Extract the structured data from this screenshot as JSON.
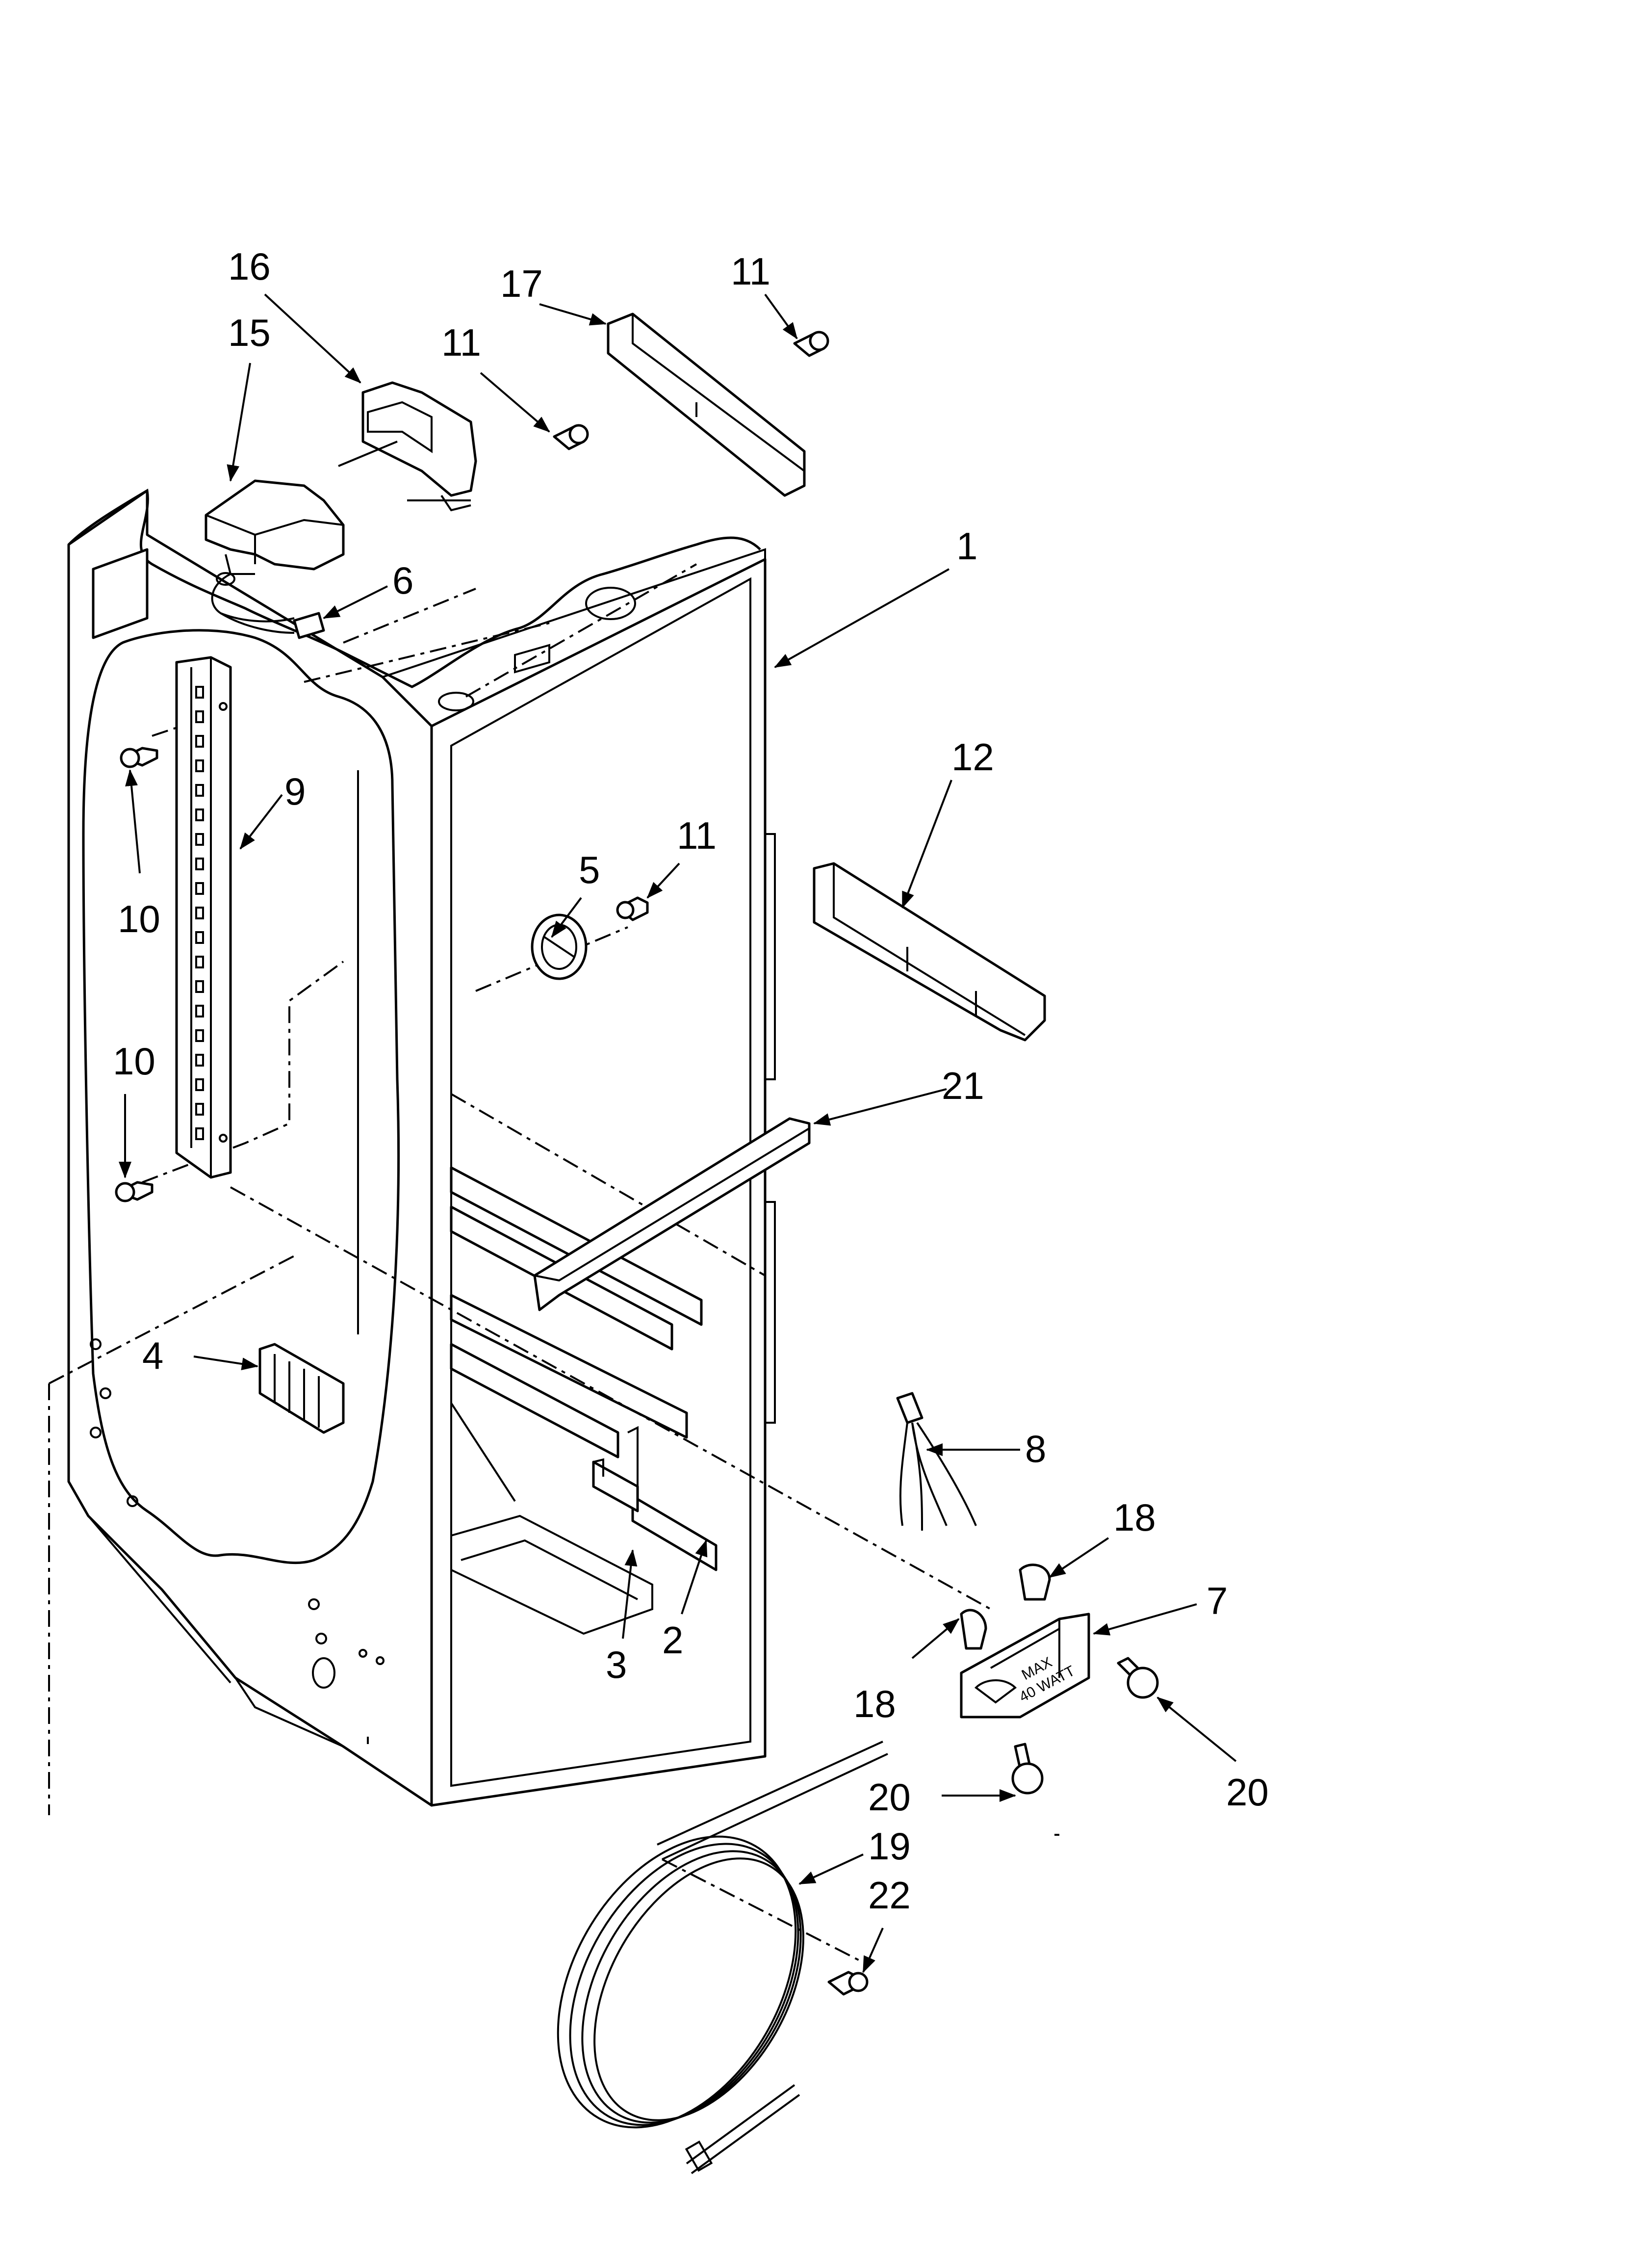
{
  "diagram": {
    "callouts": [
      {
        "id": "c16",
        "text": "16"
      },
      {
        "id": "c15",
        "text": "15"
      },
      {
        "id": "c11a",
        "text": "11"
      },
      {
        "id": "c17",
        "text": "17"
      },
      {
        "id": "c11b",
        "text": "11"
      },
      {
        "id": "c1",
        "text": "1"
      },
      {
        "id": "c6",
        "text": "6"
      },
      {
        "id": "c12",
        "text": "12"
      },
      {
        "id": "c9",
        "text": "9"
      },
      {
        "id": "c11c",
        "text": "11"
      },
      {
        "id": "c5",
        "text": "5"
      },
      {
        "id": "c10a",
        "text": "10"
      },
      {
        "id": "c10b",
        "text": "10"
      },
      {
        "id": "c21",
        "text": "21"
      },
      {
        "id": "c4",
        "text": "4"
      },
      {
        "id": "c8",
        "text": "8"
      },
      {
        "id": "c18a",
        "text": "18"
      },
      {
        "id": "c7",
        "text": "7"
      },
      {
        "id": "c18b",
        "text": "18"
      },
      {
        "id": "c2",
        "text": "2"
      },
      {
        "id": "c3",
        "text": "3"
      },
      {
        "id": "c20a",
        "text": "20"
      },
      {
        "id": "c20b",
        "text": "20"
      },
      {
        "id": "c19",
        "text": "19"
      },
      {
        "id": "c22",
        "text": "22"
      }
    ],
    "lamp_label_line1": "MAX",
    "lamp_label_line2": "40 WATT"
  }
}
